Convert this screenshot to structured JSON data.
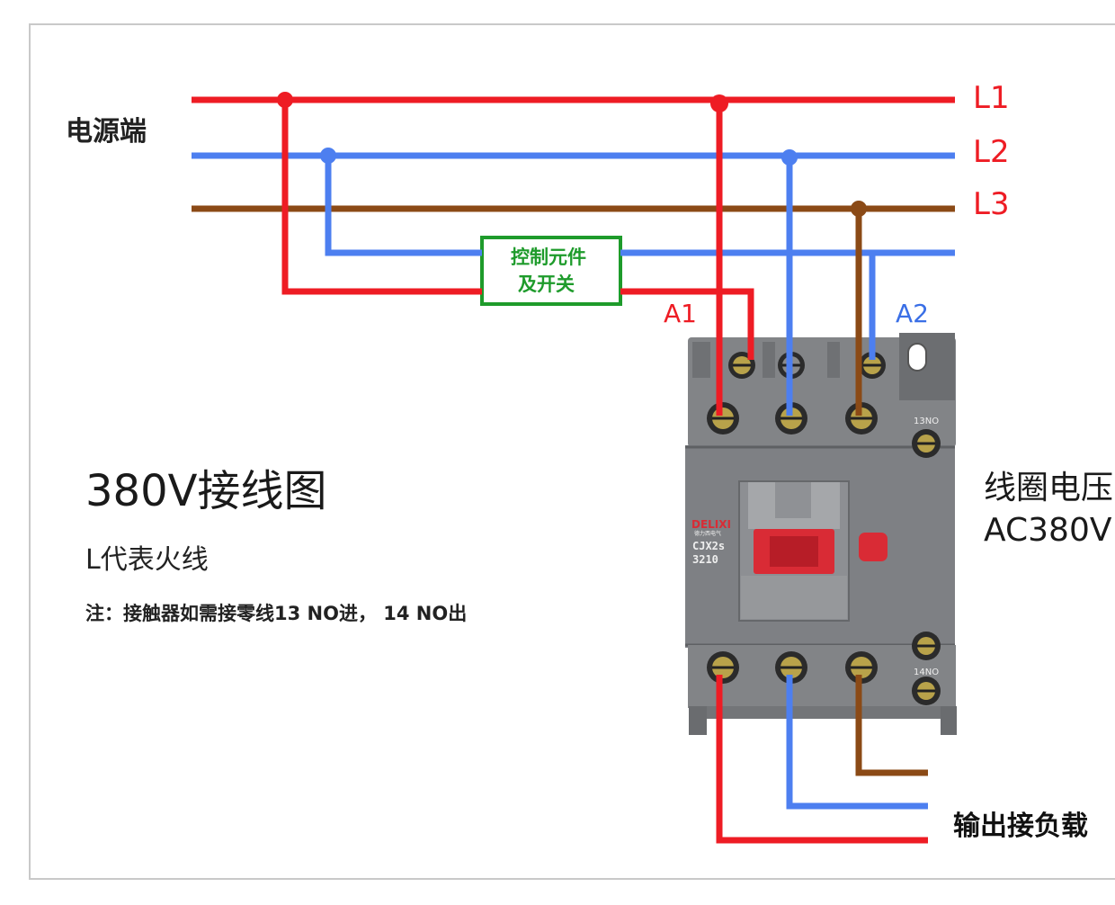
{
  "labels": {
    "power_side": "电源端",
    "l1": "L1",
    "l2": "L2",
    "l3": "L3",
    "a1": "A1",
    "a2": "A2",
    "control_line1": "控制元件",
    "control_line2": "及开关",
    "title": "380V接线图",
    "subtitle": "L代表火线",
    "note": "注：接触器如需接零线13 NO进， 14 NO出",
    "coil_voltage_line1": "线圈电压",
    "coil_voltage_line2": "AC380V",
    "output": "输出接负载",
    "brand": "DELIXI",
    "brand_sub": "德力西电气",
    "model_line1": "CJX2s",
    "model_line2": "3210",
    "terminal_13": "13NO",
    "terminal_14": "14NO"
  },
  "colors": {
    "l1": "#ee1c24",
    "l2": "#4d7ff0",
    "l3": "#8b4a16",
    "control_box": "#1e9b2b",
    "a1_label": "#ee1c24",
    "a2_label": "#3a6fe6",
    "contactor_body": "#7b7d80",
    "red_actuator": "#d92b35"
  },
  "icons": {
    "terminal_screw": "screw-terminal-icon",
    "wire_junction": "junction-dot-icon"
  }
}
